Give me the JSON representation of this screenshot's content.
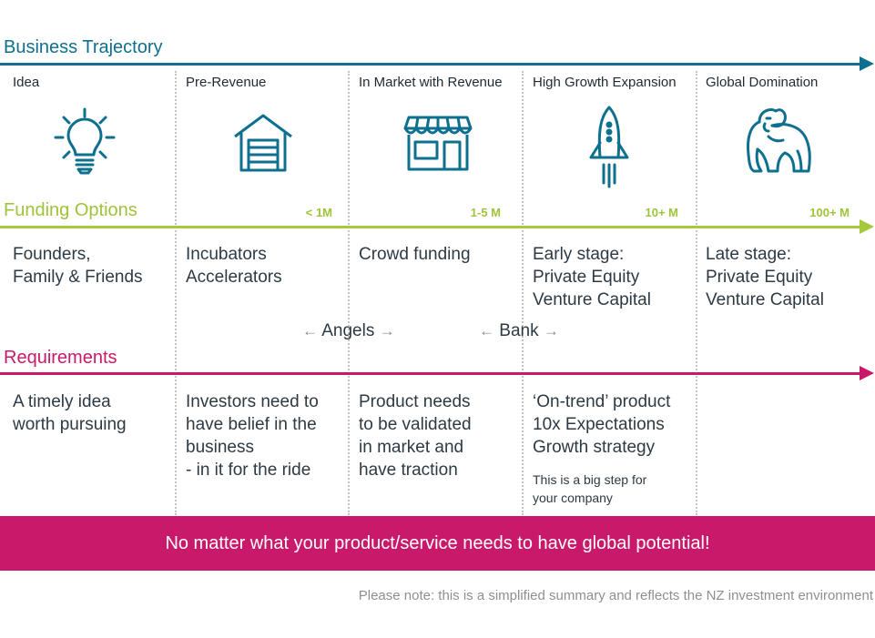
{
  "sections": {
    "trajectory": "Business Trajectory",
    "funding": "Funding Options",
    "requirements": "Requirements"
  },
  "stages": [
    {
      "label": "Idea",
      "icon": "lightbulb-icon",
      "amount": ""
    },
    {
      "label": "Pre-Revenue",
      "icon": "garage-icon",
      "amount": "< 1M"
    },
    {
      "label": "In Market with Revenue",
      "icon": "storefront-icon",
      "amount": "1-5 M"
    },
    {
      "label": "High Growth Expansion",
      "icon": "rocket-icon",
      "amount": "10+ M"
    },
    {
      "label": "Global Domination",
      "icon": "gorilla-icon",
      "amount": "100+ M"
    }
  ],
  "funding_options": [
    [
      "Founders,",
      "Family & Friends"
    ],
    [
      "Incubators",
      "Accelerators"
    ],
    [
      "Crowd funding"
    ],
    [
      "Early stage:",
      "Private Equity",
      "Venture Capital"
    ],
    [
      "Late stage:",
      "Private Equity",
      "Venture Capital"
    ]
  ],
  "spanning": {
    "angels": {
      "left_arrow": "←",
      "label": "Angels",
      "right_arrow": "→"
    },
    "bank": {
      "left_arrow": "←",
      "label": "Bank",
      "right_arrow": "→"
    }
  },
  "requirements": [
    [
      "A timely idea",
      "worth pursuing"
    ],
    [
      "Investors need to",
      "have belief in the",
      "business",
      "- in it for the ride"
    ],
    [
      "Product needs",
      "to be validated",
      "in market and",
      "have traction"
    ],
    [
      "‘On-trend’ product",
      "10x Expectations",
      "Growth strategy"
    ],
    []
  ],
  "requirement_note": [
    "This is a big step for",
    "your company"
  ],
  "banner": "No matter what your product/service needs to have global potential!",
  "footnote": "Please note: this is a simplified summary and reflects the NZ investment environment",
  "colors": {
    "trajectory": "#0e6f8f",
    "funding": "#a6c93a",
    "requirements": "#c8196b",
    "banner": "#c8196b"
  }
}
